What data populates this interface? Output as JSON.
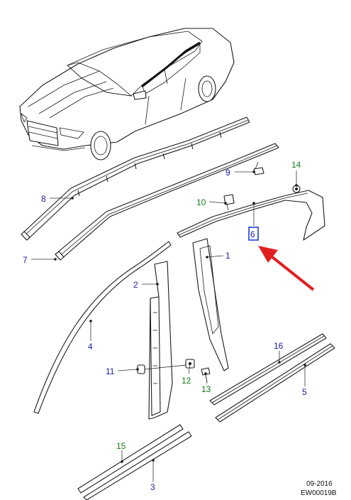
{
  "callouts": [
    {
      "id": "1",
      "color": "#1a1aa8"
    },
    {
      "id": "2",
      "color": "#1a1aa8"
    },
    {
      "id": "3",
      "color": "#1a1aa8"
    },
    {
      "id": "4",
      "color": "#1a1aa8"
    },
    {
      "id": "5",
      "color": "#1a1aa8"
    },
    {
      "id": "6",
      "color": "#1a1aa8",
      "highlighted": true
    },
    {
      "id": "7",
      "color": "#1a1aa8"
    },
    {
      "id": "8",
      "color": "#1a1aa8"
    },
    {
      "id": "9",
      "color": "#1a1aa8"
    },
    {
      "id": "10",
      "color": "#1a7a1a"
    },
    {
      "id": "11",
      "color": "#1a1aa8"
    },
    {
      "id": "12",
      "color": "#1a7a1a"
    },
    {
      "id": "13",
      "color": "#1a7a1a"
    },
    {
      "id": "14",
      "color": "#1a7a1a"
    },
    {
      "id": "15",
      "color": "#1a7a1a"
    },
    {
      "id": "16",
      "color": "#1a1aa8"
    }
  ],
  "highlight": {
    "box_color": "#1f3fd6",
    "arrow_color": "#e02020"
  },
  "footer": {
    "date": "09-2016",
    "code": "EW00019B"
  }
}
